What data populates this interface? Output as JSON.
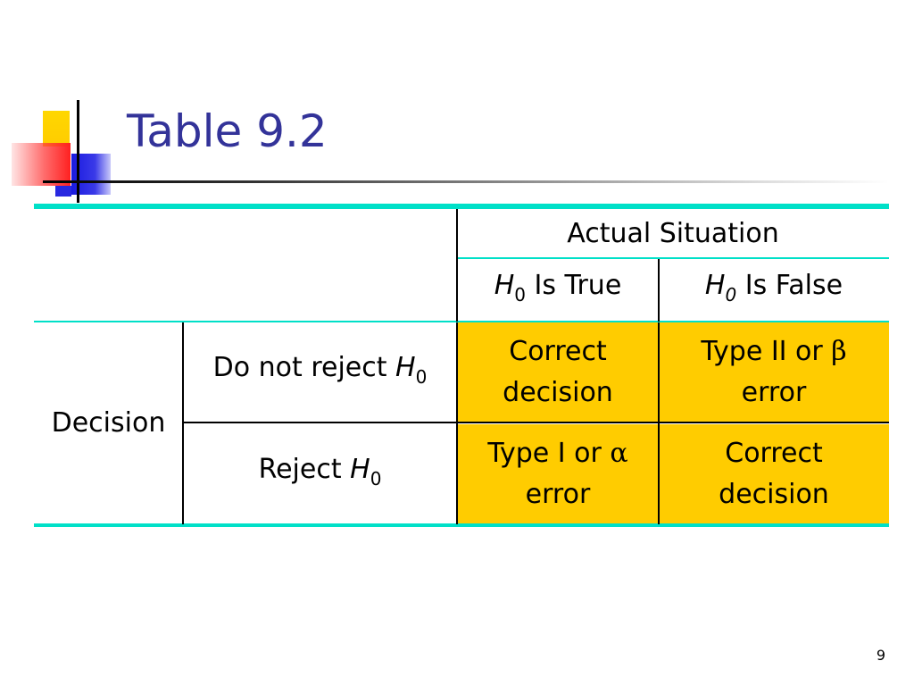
{
  "slide": {
    "title": "Table 9.2",
    "page_number": "9"
  },
  "table": {
    "header": {
      "group_label": "Actual Situation",
      "col1": {
        "var": "H",
        "sub": "0",
        "rest": " Is True"
      },
      "col2": {
        "var": "H",
        "sub": "0",
        "rest": " Is False"
      }
    },
    "row_group_label": "Decision",
    "rows": [
      {
        "label_prefix": "Do not reject ",
        "label_var": "H",
        "label_sub": "0",
        "cell1_lines": [
          "Correct",
          "decision"
        ],
        "cell2_line1_text": "Type II or ",
        "cell2_symbol": "β",
        "cell2_line2": "error"
      },
      {
        "label_prefix": "Reject ",
        "label_var": "H",
        "label_sub": "0",
        "cell1_line1_text": "Type I or ",
        "cell1_symbol": "α",
        "cell1_line2": "error",
        "cell2_lines": [
          "Correct",
          "decision"
        ]
      }
    ]
  },
  "colors": {
    "title": "#333399",
    "cell_fill": "#ffcc00",
    "rule": "#00e0c8"
  }
}
